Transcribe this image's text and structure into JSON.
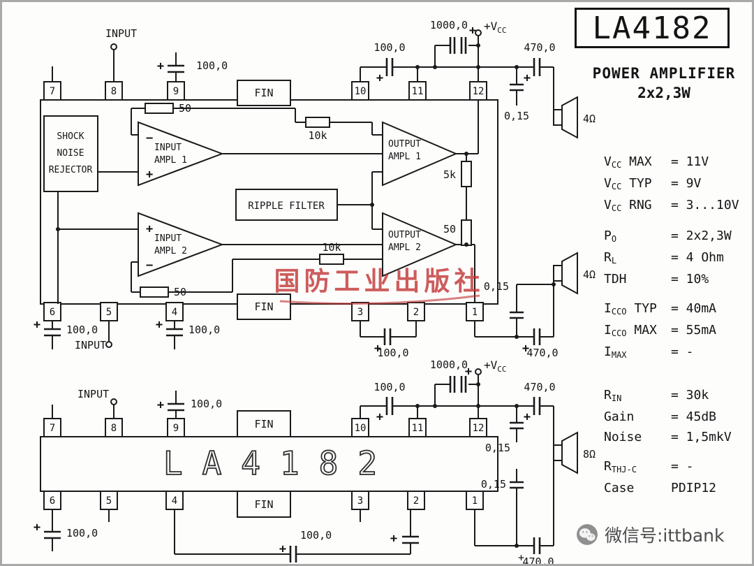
{
  "title_block": {
    "part": "LA4182",
    "type": "POWER AMPLIFIER",
    "rating": "2x2,3W"
  },
  "specs": [
    {
      "base": "V",
      "sub": "CC",
      "suffix": " MAX",
      "value": "= 11V"
    },
    {
      "base": "V",
      "sub": "CC",
      "suffix": " TYP",
      "value": "= 9V"
    },
    {
      "base": "V",
      "sub": "CC",
      "suffix": " RNG",
      "value": "= 3...10V"
    },
    {
      "base": "P",
      "sub": "O",
      "suffix": "",
      "value": "= 2x2,3W",
      "gap": "small"
    },
    {
      "base": "R",
      "sub": "L",
      "suffix": "",
      "value": "= 4 Ohm"
    },
    {
      "base": "TDH",
      "sub": "",
      "suffix": "",
      "value": "= 10%"
    },
    {
      "base": "I",
      "sub": "CCO",
      "suffix": " TYP",
      "value": "= 40mA",
      "gap": "small"
    },
    {
      "base": "I",
      "sub": "CCO",
      "suffix": " MAX",
      "value": "= 55mA"
    },
    {
      "base": "I",
      "sub": "MAX",
      "suffix": "",
      "value": "= -"
    },
    {
      "base": "R",
      "sub": "IN",
      "suffix": "",
      "value": "= 30k",
      "gap": "large"
    },
    {
      "base": "Gain",
      "sub": "",
      "suffix": "",
      "value": "= 45dB"
    },
    {
      "base": "Noise",
      "sub": "",
      "suffix": "",
      "value": "= 1,5mkV"
    },
    {
      "base": "R",
      "sub": "THJ-C",
      "suffix": "",
      "value": "= -",
      "gap": "small"
    },
    {
      "base": "Case",
      "sub": "",
      "suffix": "",
      "value": "PDIP12"
    }
  ],
  "watermark": "国防工业出版社",
  "footer": {
    "wechat_label": "微信号:ittbank"
  },
  "pins": {
    "top": [
      "7",
      "8",
      "9",
      "10",
      "11",
      "12"
    ],
    "bottom": [
      "6",
      "5",
      "4",
      "3",
      "2",
      "1"
    ]
  },
  "labels": {
    "input": "INPUT",
    "fin": "FIN",
    "c100": "100,0",
    "c1000": "1000,0",
    "c470": "470,0",
    "c015": "0,15",
    "r50": "50",
    "r10k": "10k",
    "r5k": "5k",
    "vcc_base": "+V",
    "vcc_sub": "CC",
    "spk4": "4Ω",
    "spk8": "8Ω",
    "plus": "+",
    "minus": "−"
  },
  "blocks": {
    "shock_line1": "SHOCK",
    "shock_line2": "NOISE",
    "shock_line3": "REJECTOR",
    "in_amp_line1": "INPUT",
    "out_amp_line1": "OUTPUT",
    "amp1_line2": "AMPL 1",
    "amp2_line2": "AMPL 2",
    "ripple": "RIPPLE FILTER",
    "chip_marking": "LA4182"
  }
}
